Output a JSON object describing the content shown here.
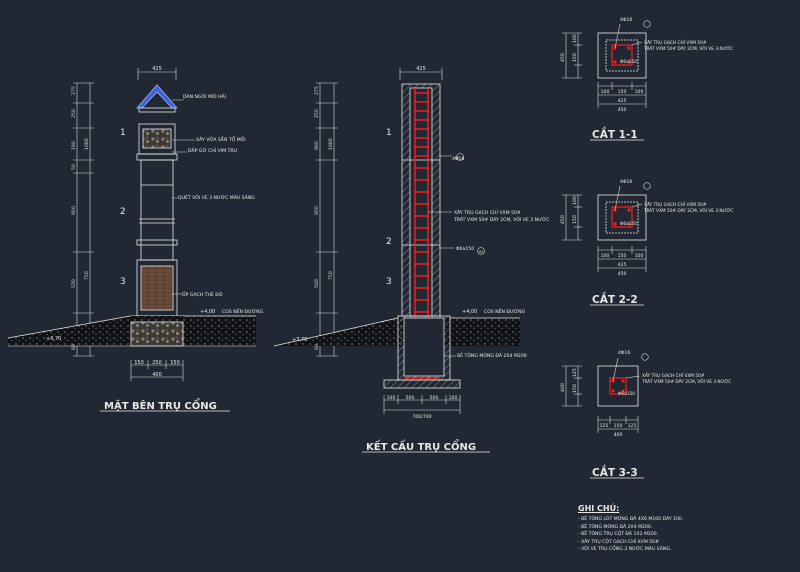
{
  "drawings": {
    "side_view": {
      "title": "MẶT BÊN TRỤ CỔNG",
      "top_dim": "425",
      "roof_label": "DÁN NGÓI MŨI HÀI",
      "vertical_dims": [
        "275",
        "250",
        "1080",
        "190",
        "50",
        "950",
        "530",
        "750",
        "60"
      ],
      "section_marks": [
        "1",
        "2",
        "3"
      ],
      "notes": [
        "XÂY VỮA SẴN TỔ MỐI",
        "ĐẮP GỜ CHỈ VIM TRỰ",
        "QUÉT VÔI VE 3 NƯỚC MÀU SÁNG",
        "ỐP GẠCH THẺ ĐỎ"
      ],
      "level_top": "+4,00",
      "level_label": "COS NỀN ĐƯỜNG",
      "level_left": "+3,70",
      "bottom_dims": [
        "150",
        "250",
        "150"
      ],
      "bottom_total": "400"
    },
    "structure": {
      "title": "KẾT CẤU TRỤ CỔNG",
      "top_dim": "425",
      "vertical_dims": [
        "275",
        "250",
        "900",
        "1080",
        "950",
        "500",
        "750",
        "60"
      ],
      "section_marks": [
        "1",
        "2",
        "3"
      ],
      "rebar_label": "4Φ16",
      "notes": [
        "XÂY TRỤ GẠCH CHỈ VXM 50#",
        "TRÁT VXM 50# DÀY 2CM, VÔI VE 3 NƯỚC"
      ],
      "stirrup_label": "Φ6a150",
      "callout_1": "01",
      "callout_2": "02",
      "level_top": "+4,00",
      "level_label": "COS NỀN ĐƯỜNG",
      "level_left": "+3,70",
      "foundation_note": "BÊ TÔNG MÓNG ĐÁ 2X4 M200",
      "bottom_dims": [
        "100",
        "500",
        "500",
        "100"
      ],
      "bottom_total": "700/700"
    },
    "sections": [
      {
        "title": "CẮT 1-1",
        "rebar": "4Φ16",
        "notes": [
          "XÂY TRỤ GẠCH CHỈ VXM 50#",
          "TRÁT VXM 50# DÀY 2CM, VÔI VE 3 NƯỚC"
        ],
        "stirrup": "Φ6a150",
        "side_dims": [
          "450",
          "100",
          "150"
        ],
        "bottom_dims": [
          "100",
          "150",
          "100"
        ],
        "bottom_sub": "425",
        "bottom_total": "450"
      },
      {
        "title": "CẮT 2-2",
        "rebar": "4Φ16",
        "notes": [
          "XÂY TRỤ GẠCH CHỈ VXM 50#",
          "TRÁT VXM 50# DÀY 2CM, VÔI VE 3 NƯỚC"
        ],
        "stirrup": "Φ6a150",
        "side_dims": [
          "450",
          "100",
          "150"
        ],
        "bottom_dims": [
          "100",
          "150",
          "100"
        ],
        "bottom_sub": "425",
        "bottom_total": "450"
      },
      {
        "title": "CẮT 3-3",
        "rebar": "4Φ16",
        "notes": [
          "XÂY TRỤ GẠCH CHỈ VXM 50#",
          "TRÁT VXM 50# DÀY 2CM, VÔI VE 3 NƯỚC"
        ],
        "stirrup": "Φ6a150",
        "side_dims": [
          "400",
          "125",
          "150"
        ],
        "bottom_dims": [
          "125",
          "150",
          "125"
        ],
        "bottom_total": "400"
      }
    ]
  },
  "notes": {
    "heading": "GHI CHÚ:",
    "lines": [
      "- BÊ TÔNG LÓT MÓNG ĐÁ 4X6 M100 DÀY 100.",
      "- BÊ TÔNG MÓNG ĐÁ 2X4 M200.",
      "- BÊ TÔNG TRỤ CỘT ĐÁ 1X2 M200.",
      "- XÂY TRỤ CỘT GẠCH CHỈ XVM 50#",
      "- VÔI VE TRỤ CỔNG 3 NƯỚC MÀU SÁNG."
    ]
  },
  "colors": {
    "background": "#222833",
    "line": "#e8e8e8",
    "dim": "#d8d8d8",
    "rebar": "#ff1a1a",
    "roof": "#3f5fd9",
    "ground": "#0e0f12"
  }
}
